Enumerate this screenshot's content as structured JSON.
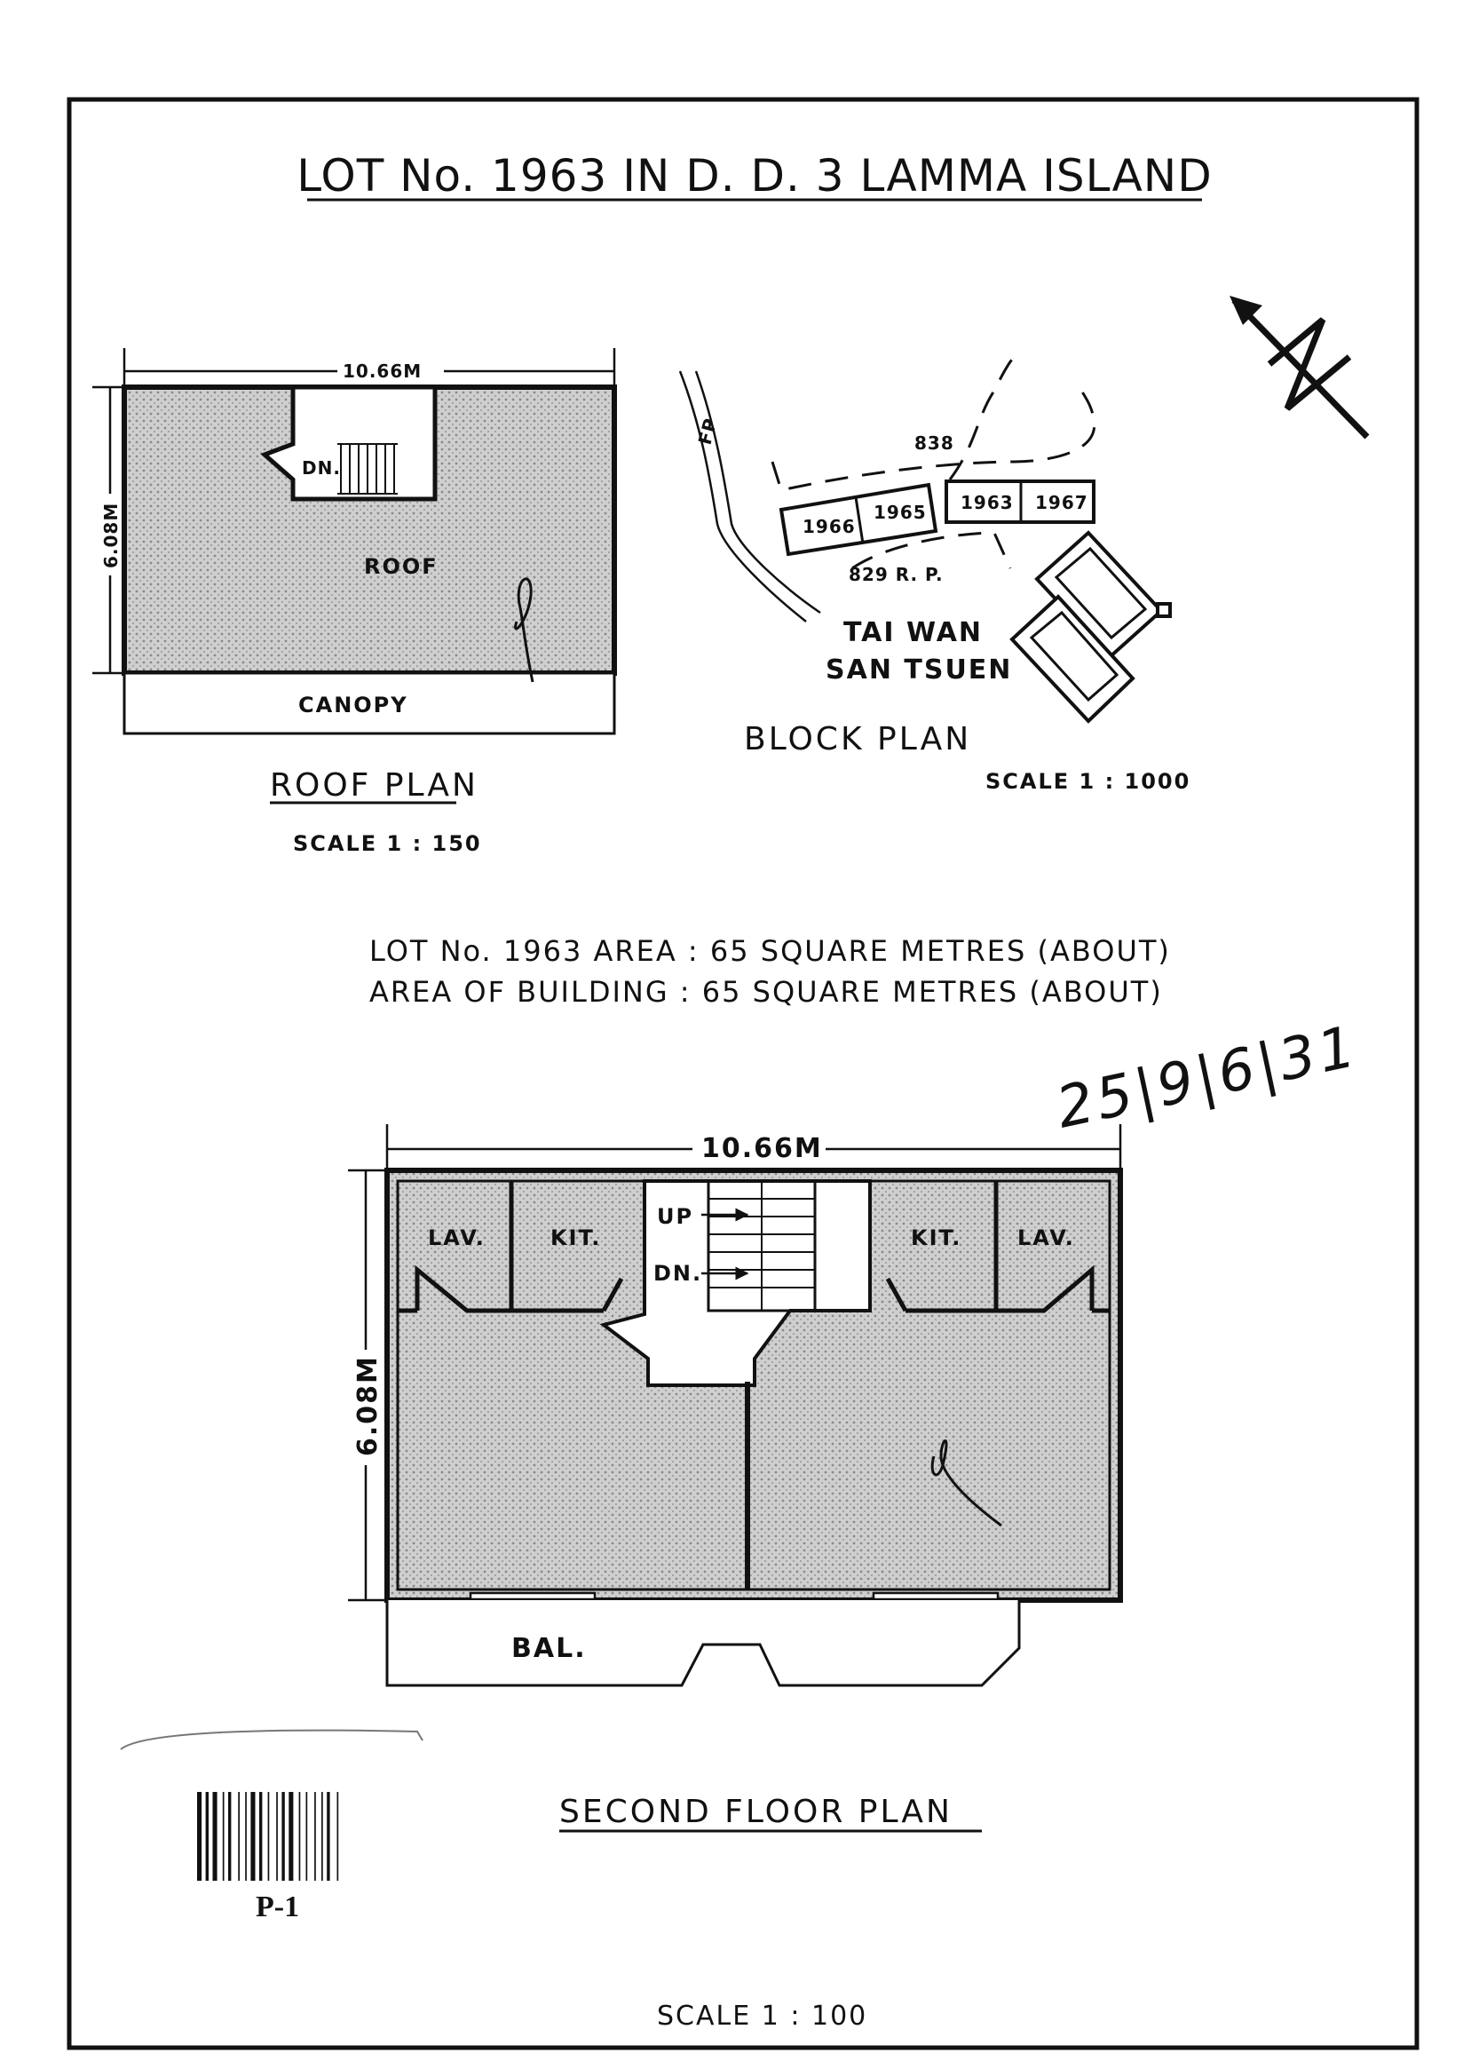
{
  "title": "LOT No. 1963 IN D. D. 3 LAMMA ISLAND",
  "roof_plan": {
    "width_dim": "10.66M",
    "depth_dim": "6.08M",
    "stair_label": "DN.",
    "roof_label": "ROOF",
    "canopy_label": "CANOPY",
    "heading": "ROOF PLAN",
    "scale": "SCALE 1 : 150"
  },
  "block_plan": {
    "footpath_label": "FP",
    "lot_838": "838",
    "lot_1966": "1966",
    "lot_1965": "1965",
    "lot_1963": "1963",
    "lot_1967": "1967",
    "lot_829": "829 R. P.",
    "village_line1": "TAI WAN",
    "village_line2": "SAN TSUEN",
    "heading": "BLOCK PLAN",
    "scale": "SCALE 1 : 1000"
  },
  "area_info": {
    "lot_area": "LOT No. 1963 AREA : 65 SQUARE METRES (ABOUT)",
    "building_area": "AREA OF BUILDING   : 65 SQUARE METRES (ABOUT)"
  },
  "handwritten_date": "25|9|6|31",
  "second_floor_plan": {
    "width_dim": "10.66M",
    "depth_dim": "6.08M",
    "lav_left": "LAV.",
    "kit_left": "KIT.",
    "stair_up": "UP",
    "stair_dn": "DN.",
    "kit_right": "KIT.",
    "lav_right": "LAV.",
    "balcony": "BAL.",
    "heading": "SECOND FLOOR PLAN",
    "scale": "SCALE 1 : 100"
  },
  "barcode_label": "P-1",
  "colors": {
    "ink": "#111111",
    "shade": "#bdbdbd",
    "paper": "#ffffff"
  }
}
